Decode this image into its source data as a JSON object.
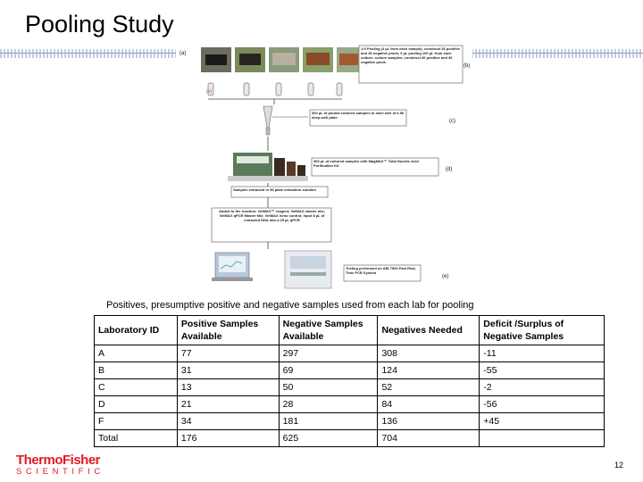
{
  "slide": {
    "title": "Pooling Study",
    "caption": "Positives, presumptive positive and negative samples used from each lab for pooling",
    "page_number": "12"
  },
  "logo": {
    "line1": "ThermoFisher",
    "line2": "SCIENTIFIC"
  },
  "figure": {
    "label_a": "(a)",
    "label_b": "(b)",
    "label_c": "(c)",
    "label_d": "(d)",
    "label_e": "(e)",
    "box_b": "1:5 Pooling (4 µL from each sample); construct 36 positive and 36 negative pools; 5 µL pooling 100 µL from each culture; culture samples; construct 36 positive and 36 negative pools",
    "box_c": "300 µL of pooled cultured samples to each well of a 96 deep-well plate",
    "box_d": "300 µL of cultured samples with MagMAX™ Total Nucleic Acid Purification Kit",
    "box_sample": "Samples extracted in 96 plate extraction solution",
    "box_reagents": "Added to the reaction: VetMAX™ reagent; VetMAX master mix; VetMAX qPCR Master Mix; VetMAX Xeno control; Input 8 µL of extracted DNA into a 25 µL qPCR",
    "box_e": "Testing performed on ABI 7500 Fast Real-Time PCR System"
  },
  "table": {
    "headers": [
      "Laboratory ID",
      "Positive Samples Available",
      "Negative Samples Available",
      "Negatives Needed",
      "Deficit /Surplus of Negative Samples"
    ],
    "rows": [
      [
        "A",
        "77",
        "297",
        "308",
        "-11"
      ],
      [
        "B",
        "31",
        "69",
        "124",
        "-55"
      ],
      [
        "C",
        "13",
        "50",
        "52",
        "-2"
      ],
      [
        "D",
        "21",
        "28",
        "84",
        "-56"
      ],
      [
        "F",
        "34",
        "181",
        "136",
        "+45"
      ],
      [
        "Total",
        "176",
        "625",
        "704",
        ""
      ]
    ]
  }
}
